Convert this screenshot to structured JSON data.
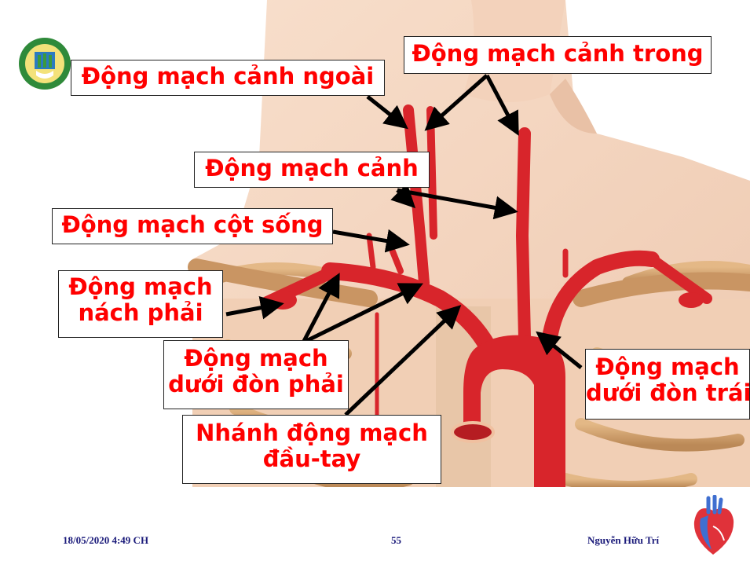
{
  "labels": {
    "ext_carotid": "Động mạch cảnh ngoài",
    "int_carotid": "Động mạch cảnh trong",
    "carotid": "Động mạch cảnh",
    "vertebral": "Động mạch cột sống",
    "axillary_l1": "Động mạch",
    "axillary_l2": "nách phải",
    "r_subclavian_l1": "Động mạch",
    "r_subclavian_l2": "dưới đòn phải",
    "brachio_l1": "Nhánh động mạch",
    "brachio_l2": "đầu-tay",
    "l_subclavian_l1": "Động mạch",
    "l_subclavian_l2": "dưới đòn trái"
  },
  "footer": {
    "date": "18/05/2020 4:49 CH",
    "page": "55",
    "author": "Nguyễn Hữu Trí"
  },
  "colors": {
    "label_text": "#ff0000",
    "artery": "#d8252b",
    "skin": "#f6d8c2",
    "footer_text": "#1a1a7a"
  },
  "icons": {
    "logo": "university-seal-icon",
    "heart": "heart-icon"
  }
}
